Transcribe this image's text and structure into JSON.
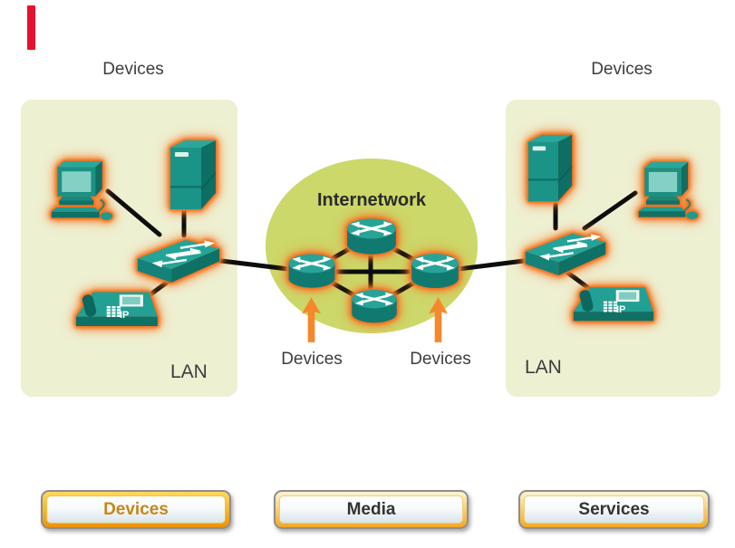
{
  "top_labels": {
    "left": "Devices",
    "right": "Devices"
  },
  "left_lan": {
    "label": "LAN",
    "devices": [
      "desktop computer",
      "server",
      "switch",
      "IP phone"
    ]
  },
  "right_lan": {
    "label": "LAN",
    "devices": [
      "server",
      "desktop computer",
      "switch",
      "IP phone"
    ]
  },
  "internetwork": {
    "label": "Internetwork",
    "devices": [
      "router",
      "router",
      "router",
      "router"
    ],
    "callouts": {
      "left": "Devices",
      "right": "Devices"
    }
  },
  "phone_badge": "IP",
  "buttons": [
    {
      "label": "Devices",
      "active": true
    },
    {
      "label": "Media",
      "active": false
    },
    {
      "label": "Services",
      "active": false
    }
  ],
  "colors": {
    "lan_panel": "#eef0d2",
    "internetwork_ellipse": "#ccd869",
    "device_teal": "#1b9488",
    "glow_orange": "#f1701f",
    "callout_arrow_orange": "#f5882d",
    "wire_black": "#0d0d0d",
    "active_button_text": "#c6861c",
    "button_ring_orange": "#f5a822",
    "red_marker": "#e8112d",
    "label_text": "#3d3d3d"
  }
}
